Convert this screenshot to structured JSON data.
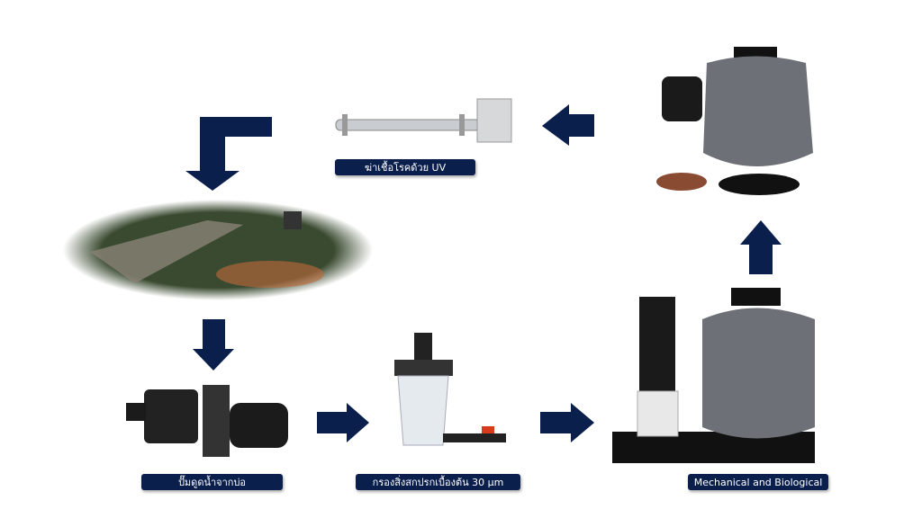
{
  "labels": {
    "uv": "ฆ่าเชื้อโรคด้วย UV",
    "pump": "ปั๊มดูดน้ำจากบ่อ",
    "prefilter": "กรองสิ่งสกปรกเบื้องต้น 30 µm",
    "sand_filter": "Mechanical and Biological"
  },
  "colors": {
    "arrow": "#0b1f4d",
    "tank": "#6d7177"
  }
}
